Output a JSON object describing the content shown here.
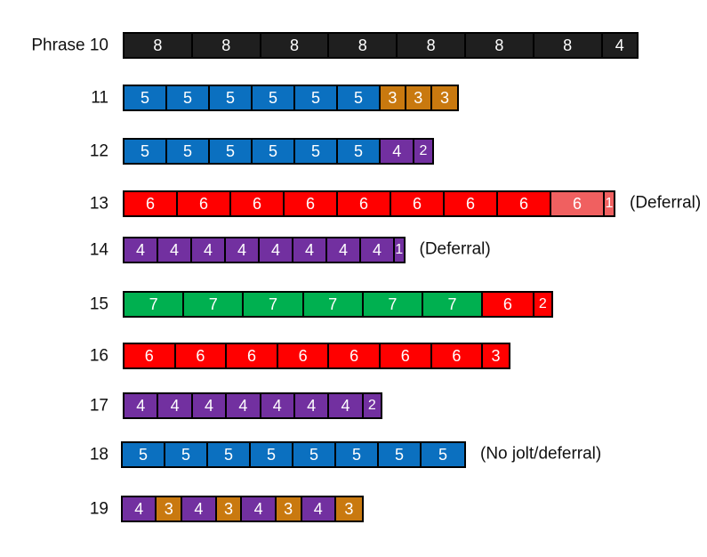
{
  "colors": {
    "black": "#1f1f1f",
    "blue": "#0b70c0",
    "orange": "#c9790f",
    "purple": "#7230a0",
    "red": "#ff0000",
    "light_red": "#f06060",
    "green": "#00b050"
  },
  "rows": [
    {
      "label": "Phrase 10",
      "note": "",
      "segments": [
        {
          "value": "8",
          "color": "black"
        },
        {
          "value": "8",
          "color": "black"
        },
        {
          "value": "8",
          "color": "black"
        },
        {
          "value": "8",
          "color": "black"
        },
        {
          "value": "8",
          "color": "black"
        },
        {
          "value": "8",
          "color": "black"
        },
        {
          "value": "8",
          "color": "black"
        },
        {
          "value": "4",
          "color": "black"
        }
      ]
    },
    {
      "label": "11",
      "note": "",
      "segments": [
        {
          "value": "5",
          "color": "blue"
        },
        {
          "value": "5",
          "color": "blue"
        },
        {
          "value": "5",
          "color": "blue"
        },
        {
          "value": "5",
          "color": "blue"
        },
        {
          "value": "5",
          "color": "blue"
        },
        {
          "value": "5",
          "color": "blue"
        },
        {
          "value": "3",
          "color": "orange"
        },
        {
          "value": "3",
          "color": "orange"
        },
        {
          "value": "3",
          "color": "orange"
        }
      ]
    },
    {
      "label": "12",
      "note": "",
      "segments": [
        {
          "value": "5",
          "color": "blue"
        },
        {
          "value": "5",
          "color": "blue"
        },
        {
          "value": "5",
          "color": "blue"
        },
        {
          "value": "5",
          "color": "blue"
        },
        {
          "value": "5",
          "color": "blue"
        },
        {
          "value": "5",
          "color": "blue"
        },
        {
          "value": "4",
          "color": "purple"
        },
        {
          "value": "2",
          "color": "purple"
        }
      ]
    },
    {
      "label": "13",
      "note": "(Deferral)",
      "segments": [
        {
          "value": "6",
          "color": "red"
        },
        {
          "value": "6",
          "color": "red"
        },
        {
          "value": "6",
          "color": "red"
        },
        {
          "value": "6",
          "color": "red"
        },
        {
          "value": "6",
          "color": "red"
        },
        {
          "value": "6",
          "color": "red"
        },
        {
          "value": "6",
          "color": "red"
        },
        {
          "value": "6",
          "color": "red"
        },
        {
          "value": "6",
          "color": "light_red"
        },
        {
          "value": "1",
          "color": "light_red"
        }
      ]
    },
    {
      "label": "14",
      "note": "(Deferral)",
      "segments": [
        {
          "value": "4",
          "color": "purple"
        },
        {
          "value": "4",
          "color": "purple"
        },
        {
          "value": "4",
          "color": "purple"
        },
        {
          "value": "4",
          "color": "purple"
        },
        {
          "value": "4",
          "color": "purple"
        },
        {
          "value": "4",
          "color": "purple"
        },
        {
          "value": "4",
          "color": "purple"
        },
        {
          "value": "4",
          "color": "purple"
        },
        {
          "value": "1",
          "color": "purple"
        }
      ]
    },
    {
      "label": "15",
      "note": "",
      "segments": [
        {
          "value": "7",
          "color": "green"
        },
        {
          "value": "7",
          "color": "green"
        },
        {
          "value": "7",
          "color": "green"
        },
        {
          "value": "7",
          "color": "green"
        },
        {
          "value": "7",
          "color": "green"
        },
        {
          "value": "7",
          "color": "green"
        },
        {
          "value": "6",
          "color": "red"
        },
        {
          "value": "2",
          "color": "red"
        }
      ]
    },
    {
      "label": "16",
      "note": "",
      "segments": [
        {
          "value": "6",
          "color": "red"
        },
        {
          "value": "6",
          "color": "red"
        },
        {
          "value": "6",
          "color": "red"
        },
        {
          "value": "6",
          "color": "red"
        },
        {
          "value": "6",
          "color": "red"
        },
        {
          "value": "6",
          "color": "red"
        },
        {
          "value": "6",
          "color": "red"
        },
        {
          "value": "3",
          "color": "red"
        }
      ]
    },
    {
      "label": "17",
      "note": "",
      "segments": [
        {
          "value": "4",
          "color": "purple"
        },
        {
          "value": "4",
          "color": "purple"
        },
        {
          "value": "4",
          "color": "purple"
        },
        {
          "value": "4",
          "color": "purple"
        },
        {
          "value": "4",
          "color": "purple"
        },
        {
          "value": "4",
          "color": "purple"
        },
        {
          "value": "4",
          "color": "purple"
        },
        {
          "value": "2",
          "color": "purple"
        }
      ]
    },
    {
      "label": "18",
      "note": "(No jolt/deferral)",
      "segments": [
        {
          "value": "5",
          "color": "blue"
        },
        {
          "value": "5",
          "color": "blue"
        },
        {
          "value": "5",
          "color": "blue"
        },
        {
          "value": "5",
          "color": "blue"
        },
        {
          "value": "5",
          "color": "blue"
        },
        {
          "value": "5",
          "color": "blue"
        },
        {
          "value": "5",
          "color": "blue"
        },
        {
          "value": "5",
          "color": "blue"
        }
      ]
    },
    {
      "label": "19",
      "note": "",
      "segments": [
        {
          "value": "4",
          "color": "purple"
        },
        {
          "value": "3",
          "color": "orange"
        },
        {
          "value": "4",
          "color": "purple"
        },
        {
          "value": "3",
          "color": "orange"
        },
        {
          "value": "4",
          "color": "purple"
        },
        {
          "value": "3",
          "color": "orange"
        },
        {
          "value": "4",
          "color": "purple"
        },
        {
          "value": "3",
          "color": "orange"
        }
      ]
    }
  ]
}
